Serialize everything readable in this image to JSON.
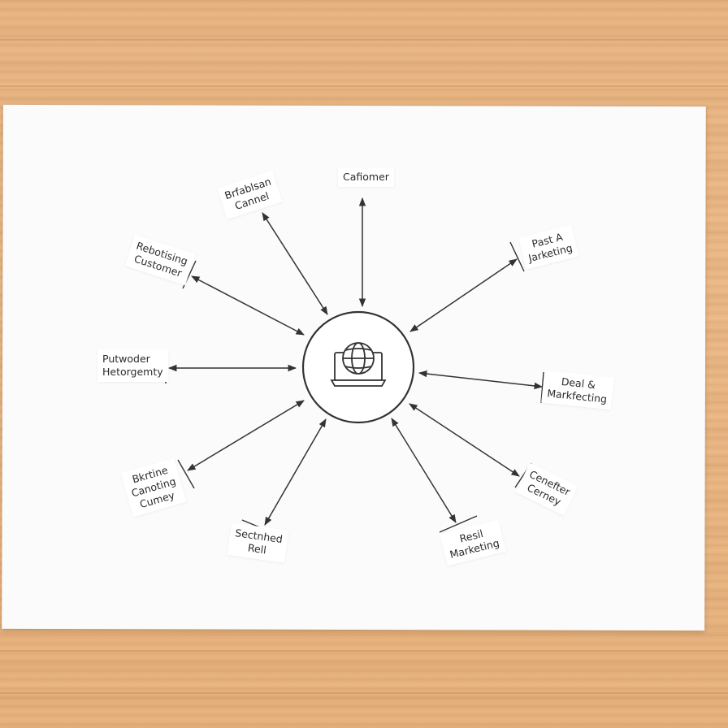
{
  "diagram": {
    "center": {
      "icon": "globe-laptop-icon"
    },
    "nodes": [
      {
        "id": "customer",
        "lines": [
          "Cafiomer"
        ]
      },
      {
        "id": "brand-channel",
        "lines": [
          "Brfablsan",
          "Cannel"
        ]
      },
      {
        "id": "retaining-customer",
        "lines": [
          "Rebotising",
          "Customer"
        ]
      },
      {
        "id": "product-heterogeneity",
        "lines": [
          "Putwoder",
          "Hetorgemty"
        ]
      },
      {
        "id": "buying-journey",
        "lines": [
          "Bkrtine",
          "Canoting",
          "Cumey"
        ]
      },
      {
        "id": "searched-retail",
        "lines": [
          "Sectnhed",
          "Rell"
        ]
      },
      {
        "id": "retail-marketing",
        "lines": [
          "Resil",
          "Marketing"
        ]
      },
      {
        "id": "customer-journey",
        "lines": [
          "Cenefter",
          "Cerney"
        ]
      },
      {
        "id": "deal-marketing",
        "lines": [
          "Deal &",
          "Markfecting"
        ]
      },
      {
        "id": "past-marketing",
        "lines": [
          "Past A",
          "Jarketing"
        ]
      }
    ]
  },
  "colors": {
    "ink": "#333333",
    "paper": "#fbfbfb",
    "table": "#e8b582"
  }
}
